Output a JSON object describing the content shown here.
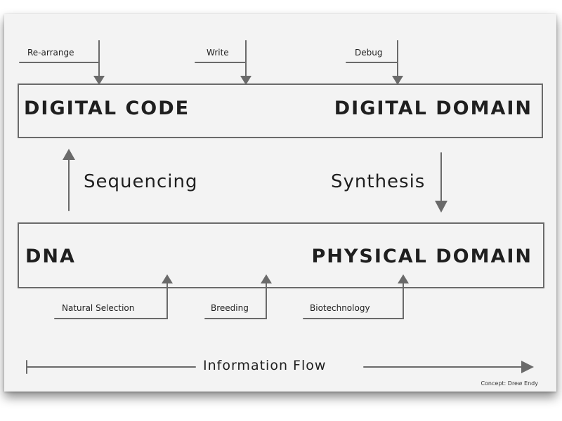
{
  "boxes": {
    "digital_code": "DIGITAL CODE",
    "digital_domain": "DIGITAL DOMAIN",
    "dna": "DNA",
    "physical_domain": "PHYSICAL DOMAIN"
  },
  "processes": {
    "sequencing": "Sequencing",
    "synthesis": "Synthesis"
  },
  "top_actions": [
    "Re-arrange",
    "Write",
    "Debug"
  ],
  "bottom_actions": [
    "Natural Selection",
    "Breeding",
    "Biotechnology"
  ],
  "footer": {
    "information_flow": "Information Flow",
    "credit": "Concept: Drew Endy"
  }
}
